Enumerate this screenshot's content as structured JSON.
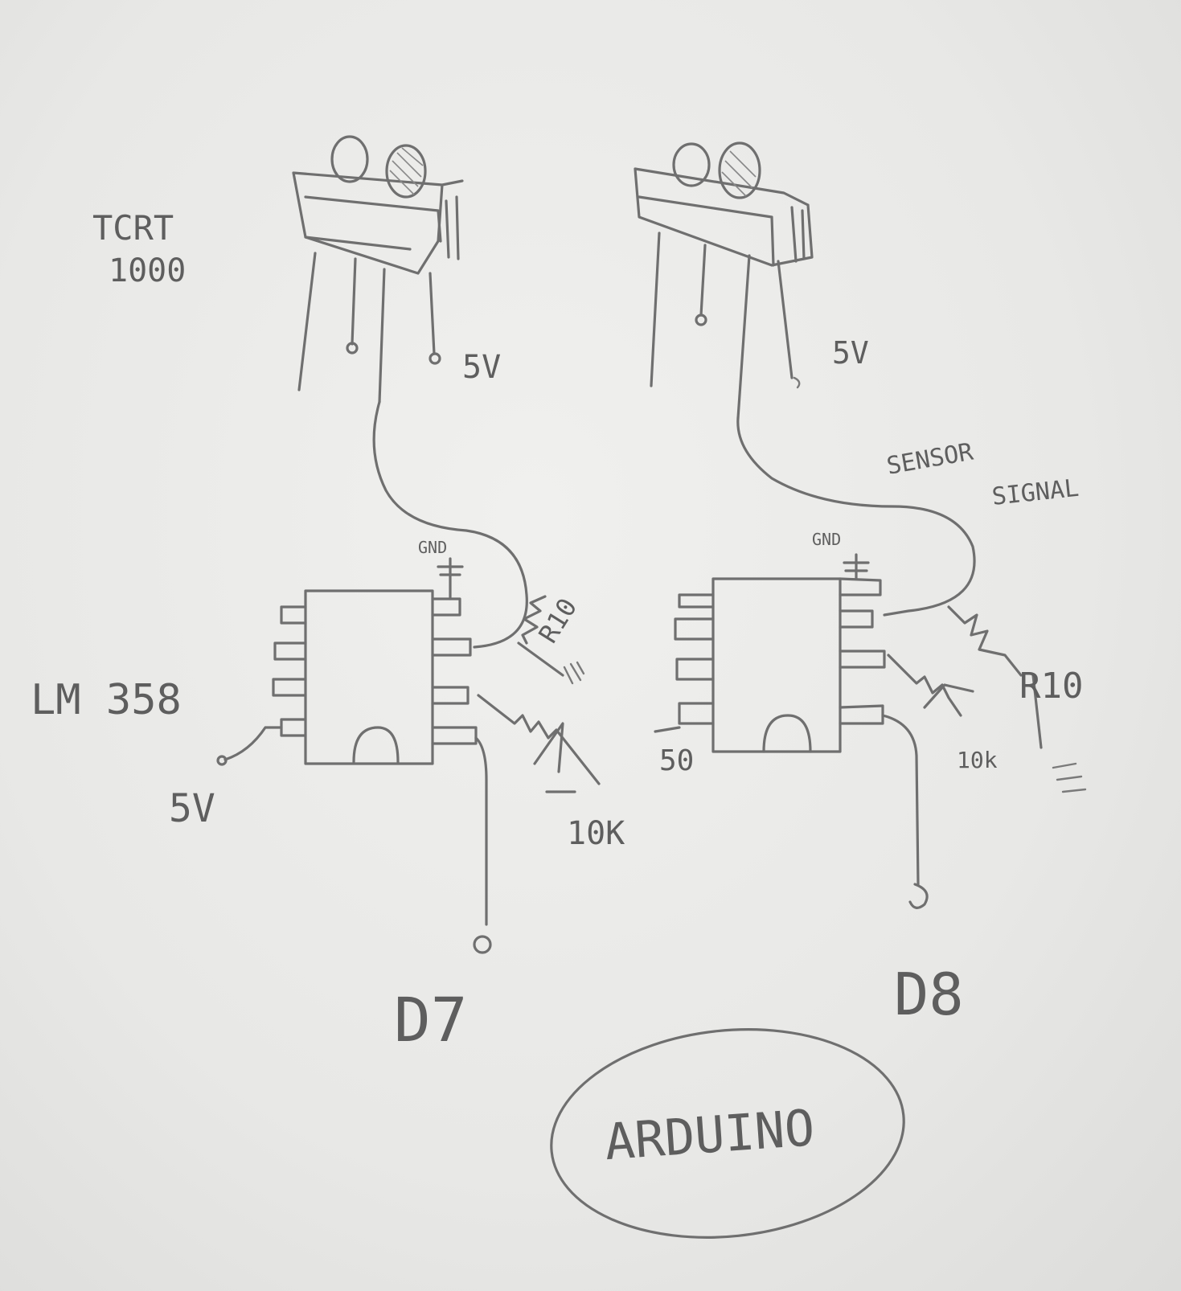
{
  "labels": {
    "sensor_name_line1": "TCRT",
    "sensor_name_line2": "1000",
    "opamp": "LM 358",
    "left_sensor_5v": "5V",
    "right_sensor_5v": "5V",
    "left_gnd": "GND",
    "right_gnd": "GND",
    "left_resistor": "R10",
    "right_resistor": "R10",
    "left_pot": "10K",
    "right_pot": "10k",
    "left_supply": "5V",
    "right_supply": "50",
    "sensor_signal_line1": "SENSOR",
    "sensor_signal_line2": "SIGNAL",
    "left_pin": "D7",
    "right_pin": "D8",
    "board": "ARDUINO"
  },
  "colors": {
    "paper": "#ececea",
    "pencil": "#6f6f6f"
  }
}
